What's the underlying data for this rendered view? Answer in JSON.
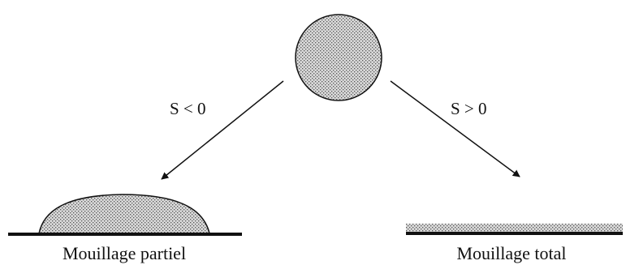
{
  "labels": {
    "condition_left": "S < 0",
    "condition_right": "S > 0",
    "caption_left": "Mouillage partiel",
    "caption_right": "Mouillage total"
  },
  "colors": {
    "ink": "#111111",
    "fill_base": "#d9d9d9",
    "stipple": "#555555"
  }
}
